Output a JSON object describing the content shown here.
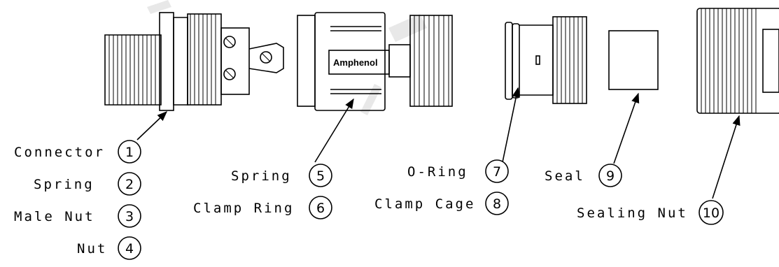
{
  "brand_text": "Amphenol",
  "parts": [
    {
      "id": "connector",
      "label": "Connector",
      "number": "1"
    },
    {
      "id": "spring-a",
      "label": "Spring",
      "number": "2"
    },
    {
      "id": "male-nut",
      "label": "Male Nut",
      "number": "3"
    },
    {
      "id": "nut",
      "label": "Nut",
      "number": "4"
    },
    {
      "id": "spring-b",
      "label": "Spring",
      "number": "5"
    },
    {
      "id": "clamp-ring",
      "label": "Clamp Ring",
      "number": "6"
    },
    {
      "id": "o-ring",
      "label": "O-Ring",
      "number": "7"
    },
    {
      "id": "clamp-cage",
      "label": "Clamp Cage",
      "number": "8"
    },
    {
      "id": "seal",
      "label": "Seal",
      "number": "9"
    },
    {
      "id": "sealing-nut",
      "label": "Sealing Nut",
      "number": "10"
    }
  ]
}
